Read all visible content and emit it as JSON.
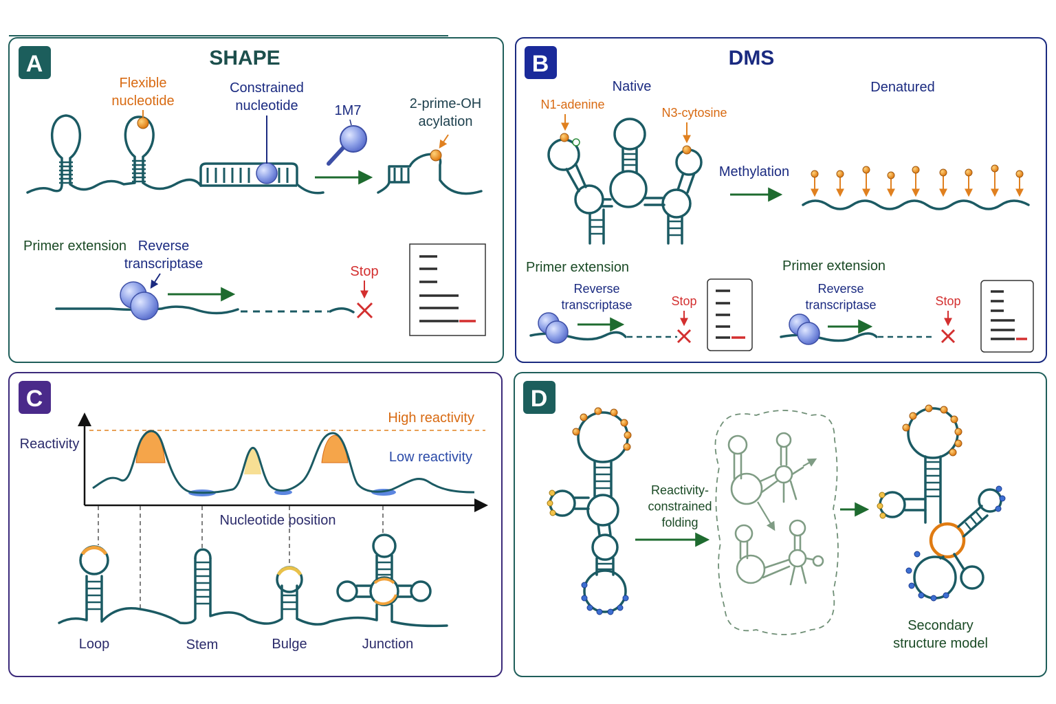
{
  "colors": {
    "panel_border": "#1f5e5a",
    "rna": "#1b5a63",
    "high": "#e0801f",
    "low": "#3d6fd1",
    "arrow": "#1e6b2f",
    "stop": "#d32f2f",
    "navy": "#1a2a80",
    "purple": "#3b2a7a"
  },
  "panel_a": {
    "badge": "A",
    "title": "SHAPE",
    "flexible_label": "Flexible\nnucleotide",
    "constrained_label": "Constrained\nnucleotide",
    "reagent_label": "1M7",
    "acylation_label": "2-prime-OH\nacylation",
    "primer_extension": "Primer extension",
    "rt_label": "Reverse\ntranscriptase",
    "stop_label": "Stop"
  },
  "panel_b": {
    "badge": "B",
    "title": "DMS",
    "native_label": "Native",
    "denatured_label": "Denatured",
    "n1_label": "N1-adenine",
    "n3_label": "N3-cytosine",
    "methylation_label": "Methylation",
    "primer_extension_left": "Primer extension",
    "primer_extension_right": "Primer extension",
    "rt_label_left": "Reverse\ntranscriptase",
    "rt_label_right": "Reverse\ntranscriptase",
    "stop_left": "Stop",
    "stop_right": "Stop"
  },
  "panel_c": {
    "badge": "C",
    "y_axis_label": "Reactivity",
    "x_axis_label": "Nucleotide position",
    "high_label": "High reactivity",
    "low_label": "Low reactivity",
    "structures": [
      "Loop",
      "Stem",
      "Bulge",
      "Junction"
    ]
  },
  "panel_d": {
    "badge": "D",
    "folding_label": "Reactivity-\nconstrained\nfolding",
    "model_label": "Secondary\nstructure model"
  },
  "icons": [
    "magnifier-reagent-icon",
    "reverse-transcriptase-icon",
    "stop-cross-icon",
    "gel-icon",
    "arrow-icon"
  ]
}
